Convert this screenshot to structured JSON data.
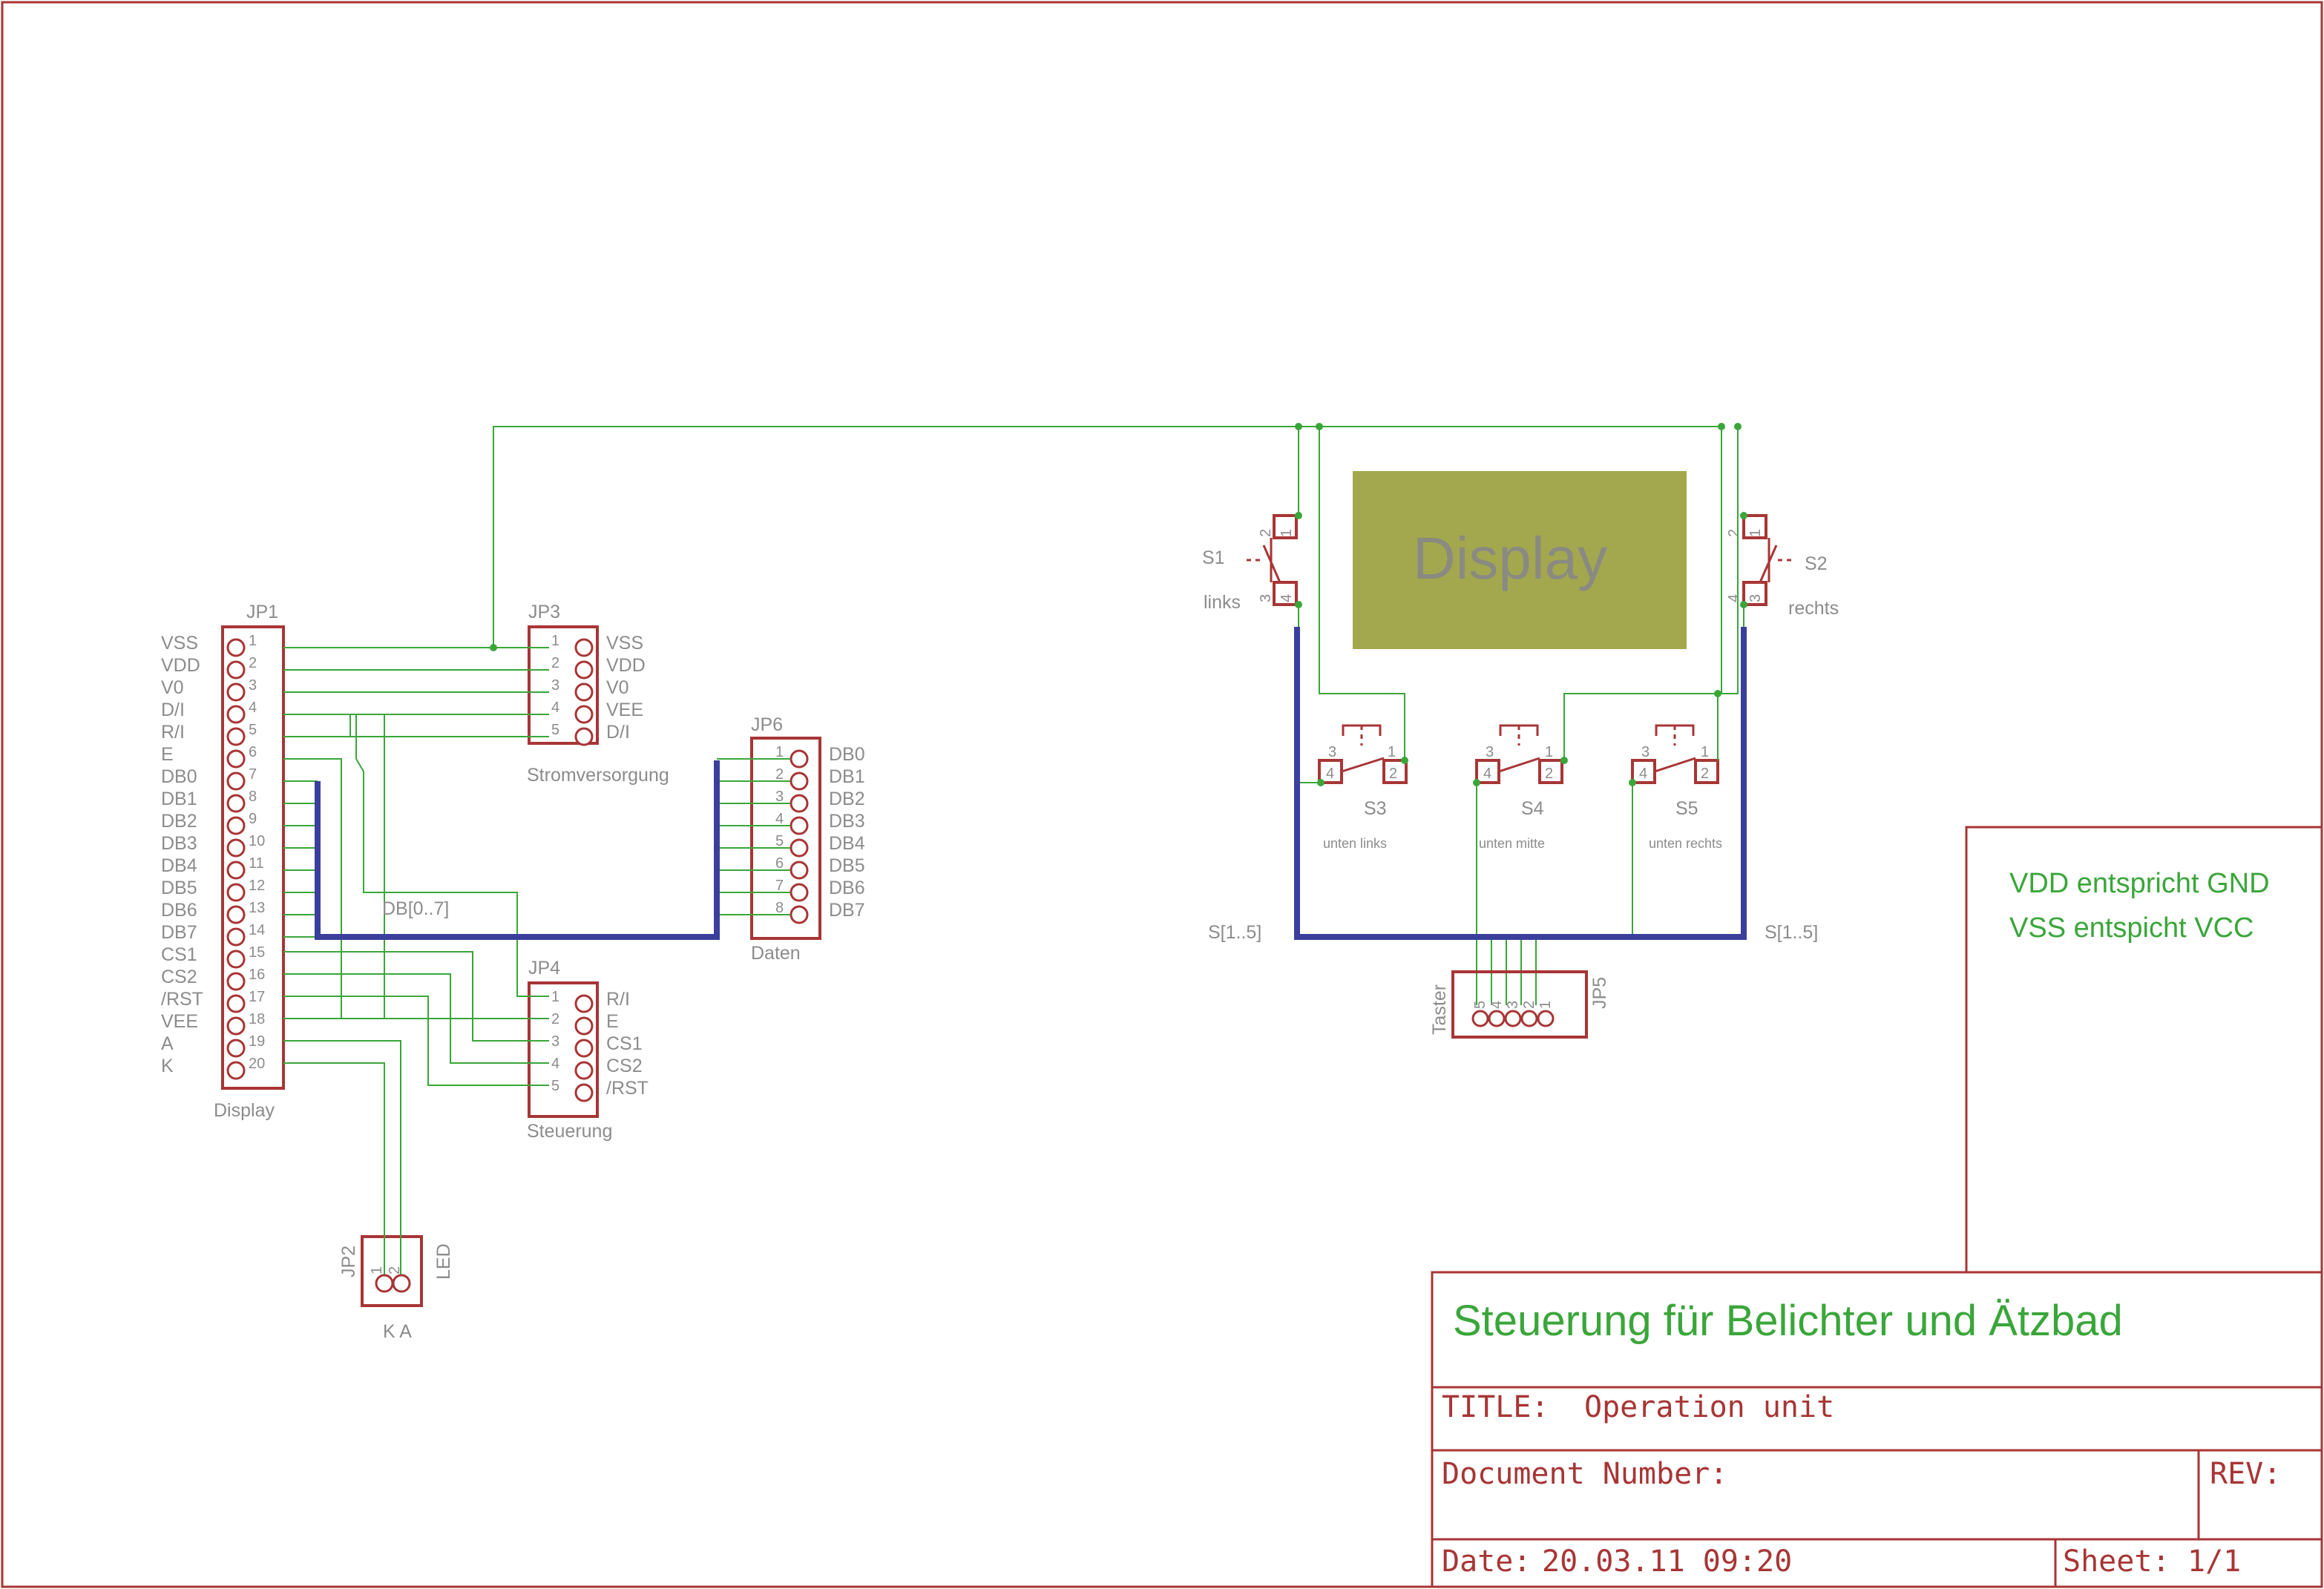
{
  "jp1": {
    "ref": "JP1",
    "name": "Display",
    "pin_labels": [
      "VSS",
      "VDD",
      "V0",
      "D/I",
      "R/I",
      "E",
      "DB0",
      "DB1",
      "DB2",
      "DB3",
      "DB4",
      "DB5",
      "DB6",
      "DB7",
      "CS1",
      "CS2",
      "/RST",
      "VEE",
      "A",
      "K"
    ],
    "pin_numbers": [
      "1",
      "2",
      "3",
      "4",
      "5",
      "6",
      "7",
      "8",
      "9",
      "10",
      "11",
      "12",
      "13",
      "14",
      "15",
      "16",
      "17",
      "18",
      "19",
      "20"
    ]
  },
  "jp3": {
    "ref": "JP3",
    "name": "Stromversorgung",
    "pin_labels": [
      "VSS",
      "VDD",
      "V0",
      "VEE",
      "D/I"
    ],
    "pin_numbers": [
      "1",
      "2",
      "3",
      "4",
      "5"
    ]
  },
  "jp4": {
    "ref": "JP4",
    "name": "Steuerung",
    "pin_labels": [
      "R/I",
      "E",
      "CS1",
      "CS2",
      "/RST"
    ],
    "pin_numbers": [
      "1",
      "2",
      "3",
      "4",
      "5"
    ]
  },
  "jp6": {
    "ref": "JP6",
    "name": "Daten",
    "pin_labels": [
      "DB0",
      "DB1",
      "DB2",
      "DB3",
      "DB4",
      "DB5",
      "DB6",
      "DB7"
    ],
    "pin_numbers": [
      "1",
      "2",
      "3",
      "4",
      "5",
      "6",
      "7",
      "8"
    ]
  },
  "jp2": {
    "ref": "JP2",
    "name": "LED",
    "bottom_label": "K A",
    "pin_numbers": [
      "1",
      "2"
    ]
  },
  "jp5": {
    "ref": "JP5",
    "name": "Taster",
    "pin_numbers": [
      "5",
      "4",
      "3",
      "2",
      "1"
    ]
  },
  "bus_label": "DB[0..7]",
  "s_bus_left": "S[1..5]",
  "s_bus_right": "S[1..5]",
  "display_block": {
    "label": "Display",
    "color": "#a3a84e"
  },
  "switches": {
    "s1": {
      "ref": "S1",
      "desc": "links",
      "pins": [
        "2",
        "1",
        "3",
        "4"
      ]
    },
    "s2": {
      "ref": "S2",
      "desc": "rechts",
      "pins": [
        "2",
        "1",
        "4",
        "3"
      ]
    },
    "s3": {
      "ref": "S3",
      "desc": "unten links",
      "pins": [
        "3",
        "1",
        "4",
        "2"
      ]
    },
    "s4": {
      "ref": "S4",
      "desc": "unten mitte",
      "pins": [
        "3",
        "1",
        "4",
        "2"
      ]
    },
    "s5": {
      "ref": "S5",
      "desc": "unten rechts",
      "pins": [
        "3",
        "1",
        "4",
        "2"
      ]
    }
  },
  "notes": [
    "VDD entspricht GND",
    "VSS entspicht VCC"
  ],
  "title_block": {
    "heading": "Steuerung für Belichter und Ätzbad",
    "title_label": "TITLE:",
    "title_value": "Operation unit",
    "document_number_label": "Document Number:",
    "rev_label": "REV:",
    "date_label": "Date:",
    "date_value": "20.03.11 09:20",
    "sheet_label": "Sheet:",
    "sheet_value": "1/1"
  },
  "colors": {
    "frame": "#a83535",
    "wire": "#3aa63a",
    "bus": "#3b3f9c",
    "label": "#8c8c8c",
    "display_fill": "#a3a84e"
  }
}
